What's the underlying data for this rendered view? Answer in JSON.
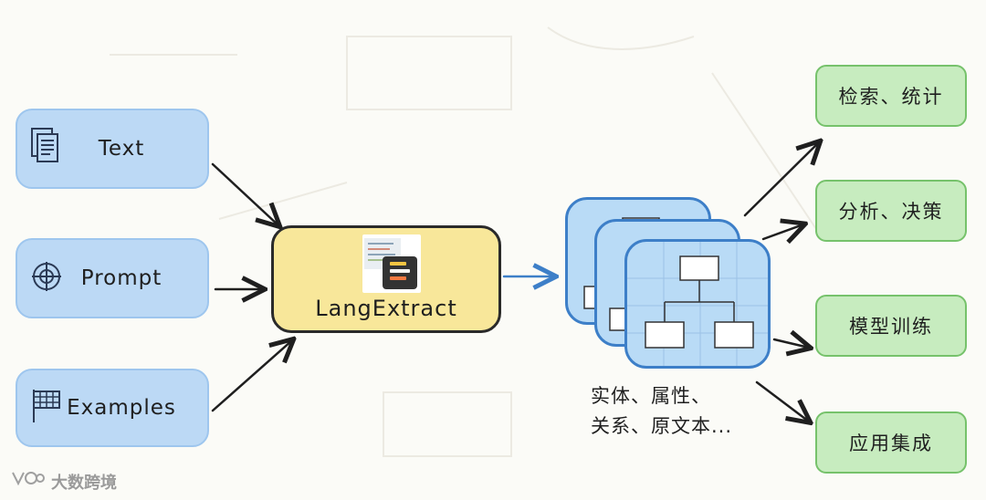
{
  "inputs": [
    {
      "label": "Text",
      "icon": "document-icon"
    },
    {
      "label": "Prompt",
      "icon": "target-icon"
    },
    {
      "label": "Examples",
      "icon": "table-flag-icon"
    }
  ],
  "center": {
    "label": "LangExtract",
    "icon": "langextract-logo"
  },
  "entities": {
    "line1": "实体、属性、",
    "line2": "关系、原文本..."
  },
  "outputs": [
    "检索、统计",
    "分析、决策",
    "模型训练",
    "应用集成"
  ],
  "watermark": "大数跨境",
  "colors": {
    "input_fill": "#bcd9f5",
    "center_fill": "#f8e79a",
    "graph_fill": "#b9dbf6",
    "graph_border": "#3d7fc8",
    "output_fill": "#c7ecbf",
    "output_border": "#76c26b",
    "arrow_blue": "#3d7fc8",
    "arrow_black": "#1f1f1f"
  }
}
